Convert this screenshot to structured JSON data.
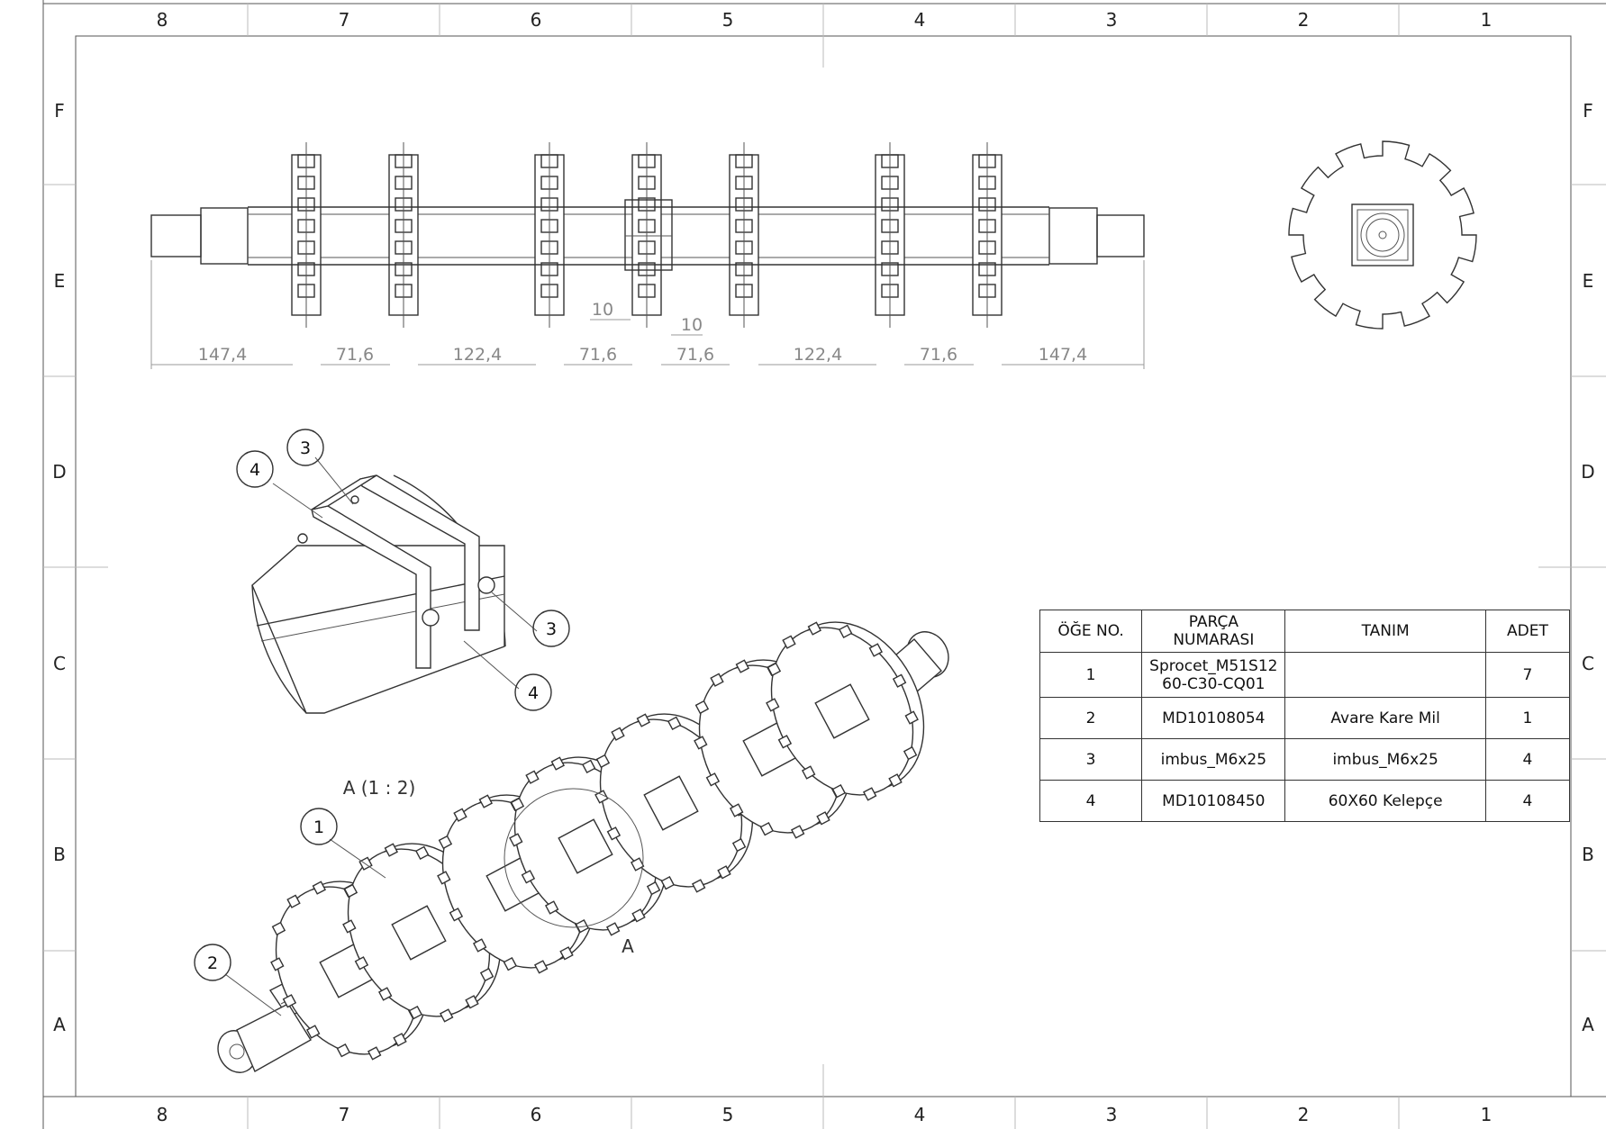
{
  "frame": {
    "columns": [
      "8",
      "7",
      "6",
      "5",
      "4",
      "3",
      "2",
      "1"
    ],
    "rows": [
      "F",
      "E",
      "D",
      "C",
      "B",
      "A"
    ]
  },
  "dimensions": [
    "147,4",
    "71,6",
    "122,4",
    "71,6",
    "71,6",
    "122,4",
    "71,6",
    "147,4",
    "10",
    "10"
  ],
  "detail_view_label": "A (1 : 2)",
  "detail_marker": "A",
  "balloons": {
    "detail_top_3": "3",
    "detail_top_4": "4",
    "detail_right_3": "3",
    "detail_bottom_4": "4",
    "iso_1": "1",
    "iso_2": "2"
  },
  "bom": {
    "headers": {
      "item": "ÖĞE NO.",
      "part": "PARÇA NUMARASI",
      "desc": "TANIM",
      "qty": "ADET"
    },
    "rows": [
      {
        "item": "1",
        "part": "Sprocet_M51S1260-C30-CQ01",
        "desc": "",
        "qty": "7"
      },
      {
        "item": "2",
        "part": "MD10108054",
        "desc": "Avare Kare Mil",
        "qty": "1"
      },
      {
        "item": "3",
        "part": "imbus_M6x25",
        "desc": "imbus_M6x25",
        "qty": "4"
      },
      {
        "item": "4",
        "part": "MD10108450",
        "desc": "60X60 Kelepçe",
        "qty": "4"
      }
    ]
  }
}
